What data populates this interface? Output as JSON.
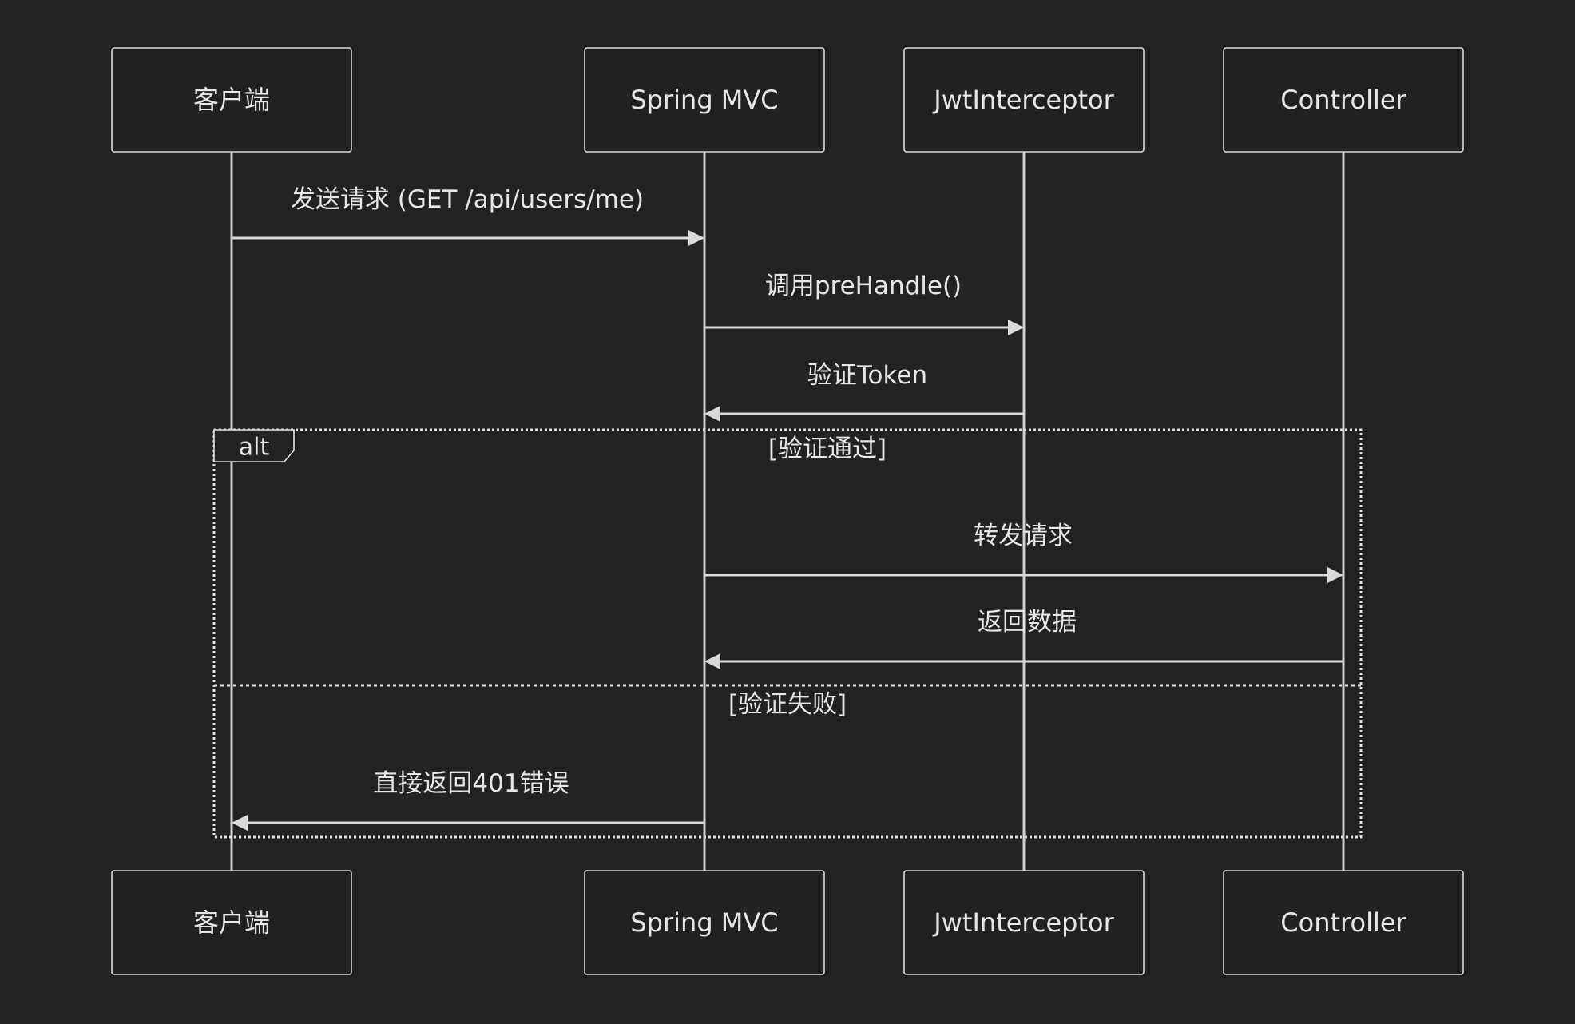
{
  "participants": [
    {
      "id": "client",
      "label": "客户端"
    },
    {
      "id": "spring",
      "label": "Spring MVC"
    },
    {
      "id": "jwt",
      "label": "JwtInterceptor"
    },
    {
      "id": "controller",
      "label": "Controller"
    }
  ],
  "messages": [
    {
      "from": "client",
      "to": "spring",
      "label": "发送请求 (GET /api/users/me)"
    },
    {
      "from": "spring",
      "to": "jwt",
      "label": "调用preHandle()"
    },
    {
      "from": "jwt",
      "to": "spring",
      "label": "验证Token"
    },
    {
      "from": "spring",
      "to": "controller",
      "label": "转发请求"
    },
    {
      "from": "controller",
      "to": "spring",
      "label": "返回数据"
    },
    {
      "from": "spring",
      "to": "client",
      "label": "直接返回401错误"
    }
  ],
  "alt_block": {
    "keyword": "alt",
    "branches": [
      {
        "condition": "[验证通过]"
      },
      {
        "condition": "[验证失败]"
      }
    ]
  },
  "colors": {
    "background": "#222222",
    "box_fill": "#212121",
    "line": "#d9d9d9",
    "text": "#e6e6e6"
  }
}
